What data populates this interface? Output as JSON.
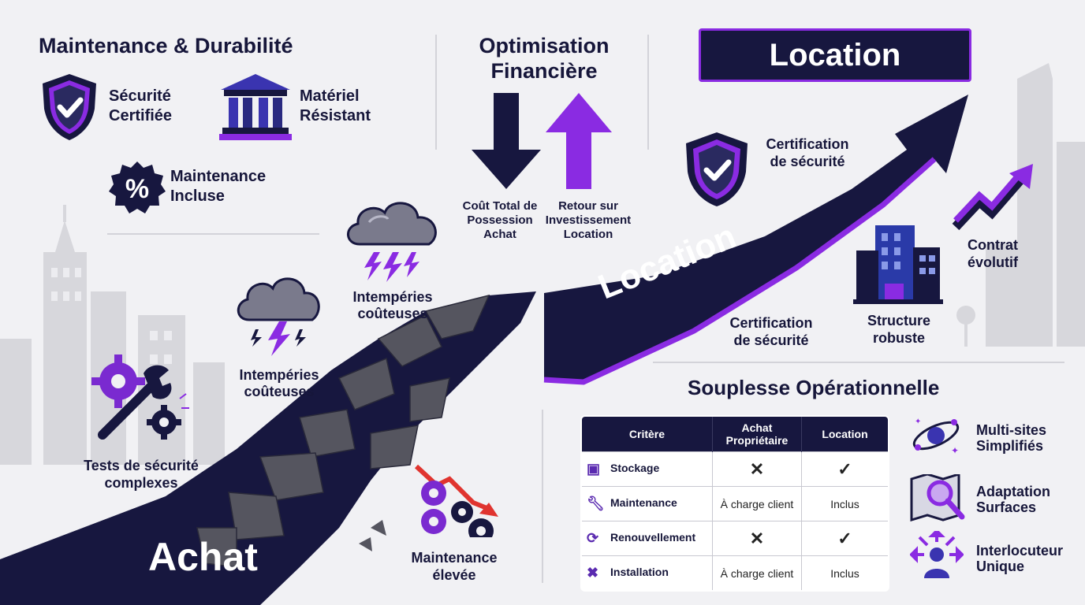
{
  "left": {
    "title": "Maintenance & Durabilité",
    "items": [
      {
        "label": "Sécurité\nCertifiée",
        "icon": "shield-check-icon"
      },
      {
        "label": "Matériel\nRésistant",
        "icon": "columns-icon"
      },
      {
        "label": "Maintenance\nIncluse",
        "icon": "percent-badge-icon"
      }
    ]
  },
  "center": {
    "title": "Optimisation\nFinancière",
    "down_label": "Coût Total de\nPossession\nAchat",
    "up_label": "Retour sur\nInvestissement\nLocation"
  },
  "location_box": "Location",
  "arrow_label": "Location",
  "achat_label": "Achat",
  "weather": [
    {
      "label": "Intempéries\ncoûteuses"
    },
    {
      "label": "Intempéries\ncoûteuses"
    }
  ],
  "tests_label": "Tests de sécurité\ncomplexes",
  "maint_elevee": "Maintenance\nélevée",
  "right_features": [
    {
      "label": "Certification\nde sécurité",
      "icon": "shield-check-icon"
    },
    {
      "label": "Certification\nde sécurité"
    },
    {
      "label": "Structure\nrobuste",
      "icon": "building-icon"
    },
    {
      "label": "Contrat\névolutif",
      "icon": "trend-up-icon"
    }
  ],
  "flex": {
    "title": "Souplesse Opérationnelle",
    "headers": [
      "Critère",
      "Achat\nPropriétaire",
      "Location"
    ],
    "rows": [
      {
        "critere": "Stockage",
        "icon": "box-icon",
        "achat": "✕",
        "location": "✓"
      },
      {
        "critere": "Maintenance",
        "icon": "wrench-icon",
        "achat": "À charge client",
        "location": "Inclus"
      },
      {
        "critere": "Renouvellement",
        "icon": "refresh-icon",
        "achat": "✕",
        "location": "✓"
      },
      {
        "critere": "Installation",
        "icon": "tools-icon",
        "achat": "À charge client",
        "location": "Inclus"
      }
    ],
    "side": [
      {
        "label": "Multi-sites\nSimplifiés",
        "icon": "orbit-icon"
      },
      {
        "label": "Adaptation\nSurfaces",
        "icon": "map-search-icon"
      },
      {
        "label": "Interlocuteur\nUnique",
        "icon": "person-arrows-icon"
      }
    ]
  },
  "colors": {
    "navy": "#17173f",
    "purple": "#8a2be2",
    "grey": "#6e6e7a"
  }
}
